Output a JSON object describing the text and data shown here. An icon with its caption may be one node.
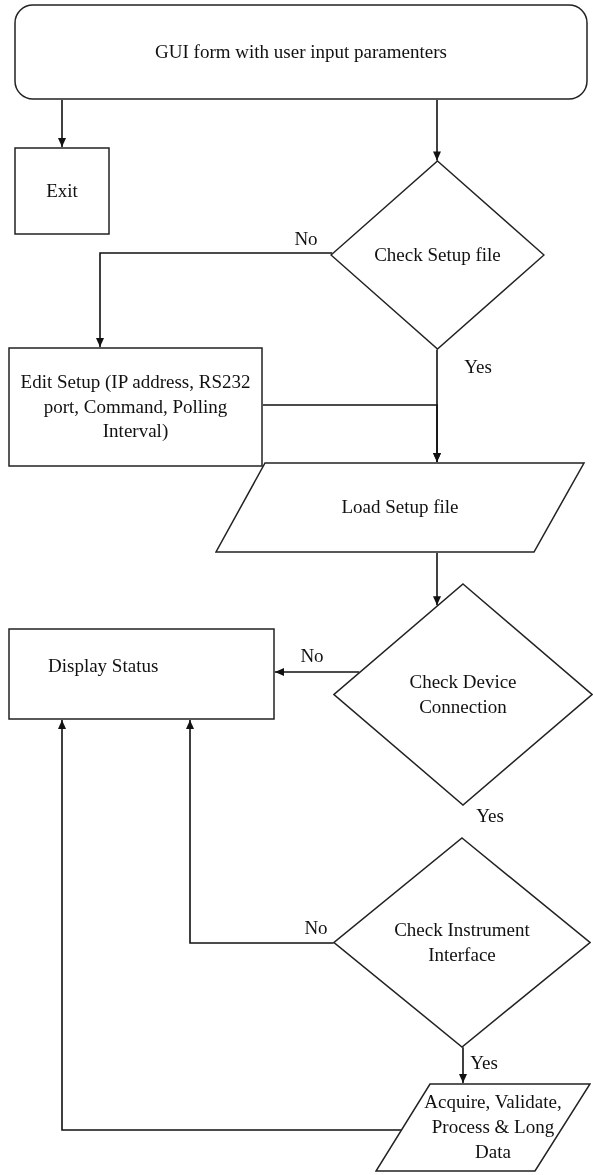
{
  "diagram": {
    "nodes": [
      {
        "text": [
          "GUI form with user input paramenters"
        ]
      },
      {
        "text": [
          "Exit"
        ]
      },
      {
        "text": [
          "Check Setup file"
        ]
      },
      {
        "text": [
          "Edit Setup (IP address, RS232 port, Command, Polling Interval)"
        ]
      },
      {
        "text": [
          "Load Setup file"
        ]
      },
      {
        "text": [
          "Check Device Connection"
        ]
      },
      {
        "text": [
          "Display Status"
        ]
      },
      {
        "text": [
          "Check Instrument Interface"
        ]
      },
      {
        "text": [
          "Acquire, Validate, Process & Long Data"
        ]
      }
    ],
    "edges": [
      {
        "from": 0,
        "to": 1,
        "arrow": "to"
      },
      {
        "from": 0,
        "to": 2,
        "arrow": "to"
      },
      {
        "from": 2,
        "to": 3,
        "arrow": "to",
        "label": "No"
      },
      {
        "from": 2,
        "to": 4,
        "arrow": "to",
        "label": "Yes"
      },
      {
        "from": 3,
        "to": 4,
        "arrow": "to"
      },
      {
        "from": 4,
        "to": 5,
        "arrow": "to"
      },
      {
        "from": 5,
        "to": 6,
        "arrow": "to",
        "label": "No"
      },
      {
        "from": 7,
        "to": 6,
        "arrow": "to",
        "label": "No"
      },
      {
        "from": 7,
        "to": 8,
        "arrow": "to",
        "label": "Yes"
      },
      {
        "from": 8,
        "to": 6,
        "arrow": "to"
      }
    ],
    "labels": [
      "Yes"
    ]
  }
}
